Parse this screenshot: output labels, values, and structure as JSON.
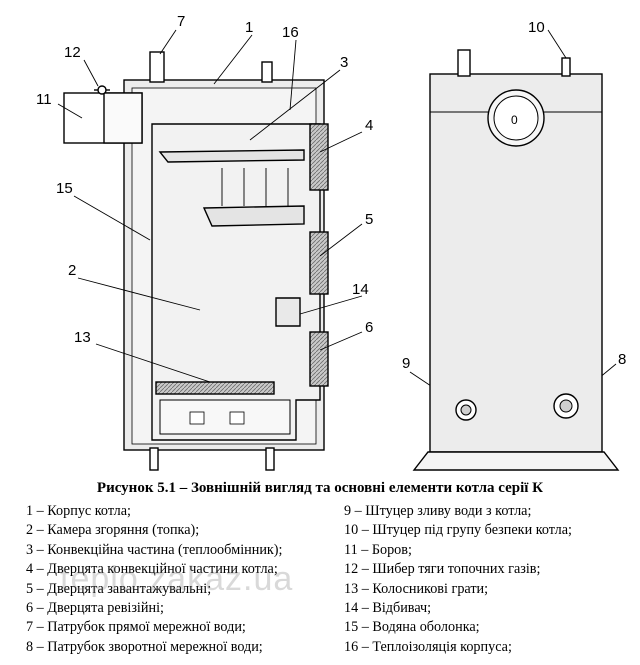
{
  "callouts": {
    "c7": "7",
    "c1": "1",
    "c16": "16",
    "c12": "12",
    "c3": "3",
    "c11": "11",
    "c4": "4",
    "c15": "15",
    "c5": "5",
    "c2": "2",
    "c14": "14",
    "c13": "13",
    "c6": "6",
    "c10": "10",
    "c9": "9",
    "c8": "8",
    "door_mark": "0"
  },
  "caption": "Рисунок 5.1 – Зовнішній вигляд та основні елементи котла серії К",
  "legend_left": [
    "1 – Корпус котла;",
    "2 – Камера згоряння (топка);",
    "3 – Конвекційна частина (теплообмінник);",
    "4 – Дверцята конвекційної частини котла;",
    "5 – Дверцята завантажувальні;",
    "6 – Дверцята ревізійні;",
    "7 – Патрубок прямої мережної води;",
    "8 – Патрубок зворотної мережної води;"
  ],
  "legend_right": [
    "9 – Штуцер зливу води з котла;",
    "10 – Штуцер під групу безпеки котла;",
    "11 – Боров;",
    "12 – Шибер тяги топочних газів;",
    "13 – Колосникові грати;",
    "14 – Відбивач;",
    "15 – Водяна оболонка;",
    "16 – Теплоізоляція корпуса;"
  ],
  "watermark": "teplo.zakaz.ua"
}
